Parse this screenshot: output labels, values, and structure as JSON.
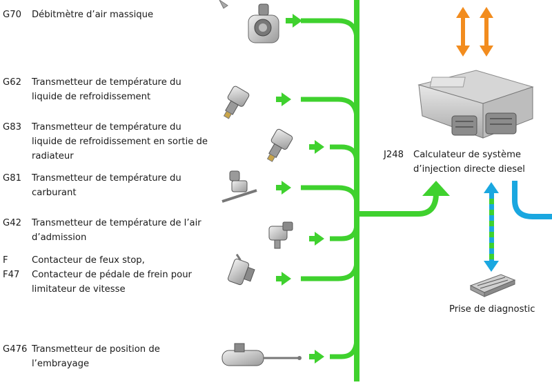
{
  "sensors": [
    {
      "code": "G70",
      "description": "Débitmètre d’air massique"
    },
    {
      "code": "G62",
      "description": "Transmetteur de température du\nliquide de refroidissement"
    },
    {
      "code": "G83",
      "description": "Transmetteur de température du\nliquide de refroidissement en sortie de\nradiateur"
    },
    {
      "code": "G81",
      "description": "Transmetteur de température du\ncarburant"
    },
    {
      "code": "G42",
      "description": "Transmetteur de température de l’air\nd’admission"
    },
    {
      "code": "F\nF47",
      "description": "Contacteur de feux stop,\nContacteur de pédale de frein pour\nlimitateur de vitesse"
    },
    {
      "code": "G476",
      "description": "Transmetteur de position de\nl’embrayage"
    }
  ],
  "control_unit": {
    "code": "J248",
    "description": "Calculateur de système\nd’injection directe diesel"
  },
  "diagnostic": {
    "label": "Prise de diagnostic"
  },
  "colors": {
    "bus_green": "#3fd12e",
    "arrow_orange": "#f28c1e",
    "can_blue": "#1aa7e0",
    "part_gray": "#8a8a8a"
  }
}
